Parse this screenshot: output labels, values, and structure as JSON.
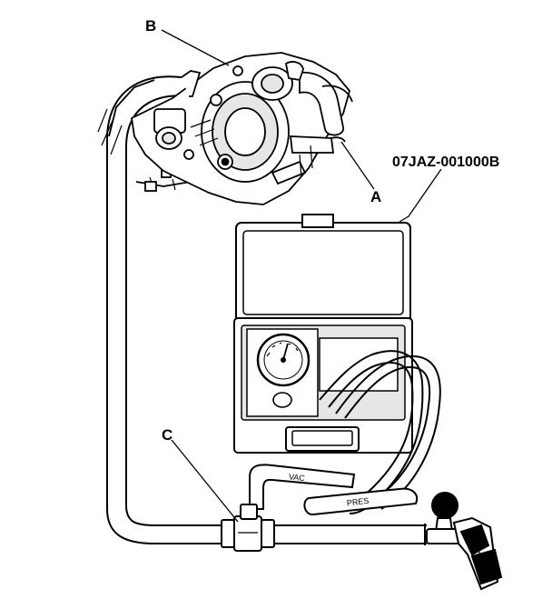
{
  "diagram": {
    "callouts": {
      "b": "B",
      "a": "A",
      "c": "C"
    },
    "tool_part_number": "07JAZ-001000B",
    "hose_labels": {
      "vac": "VAC",
      "pres": "PRES"
    },
    "colors": {
      "line": "#000000",
      "fill": "#ffffff",
      "shade": "#e6e6e6"
    }
  }
}
